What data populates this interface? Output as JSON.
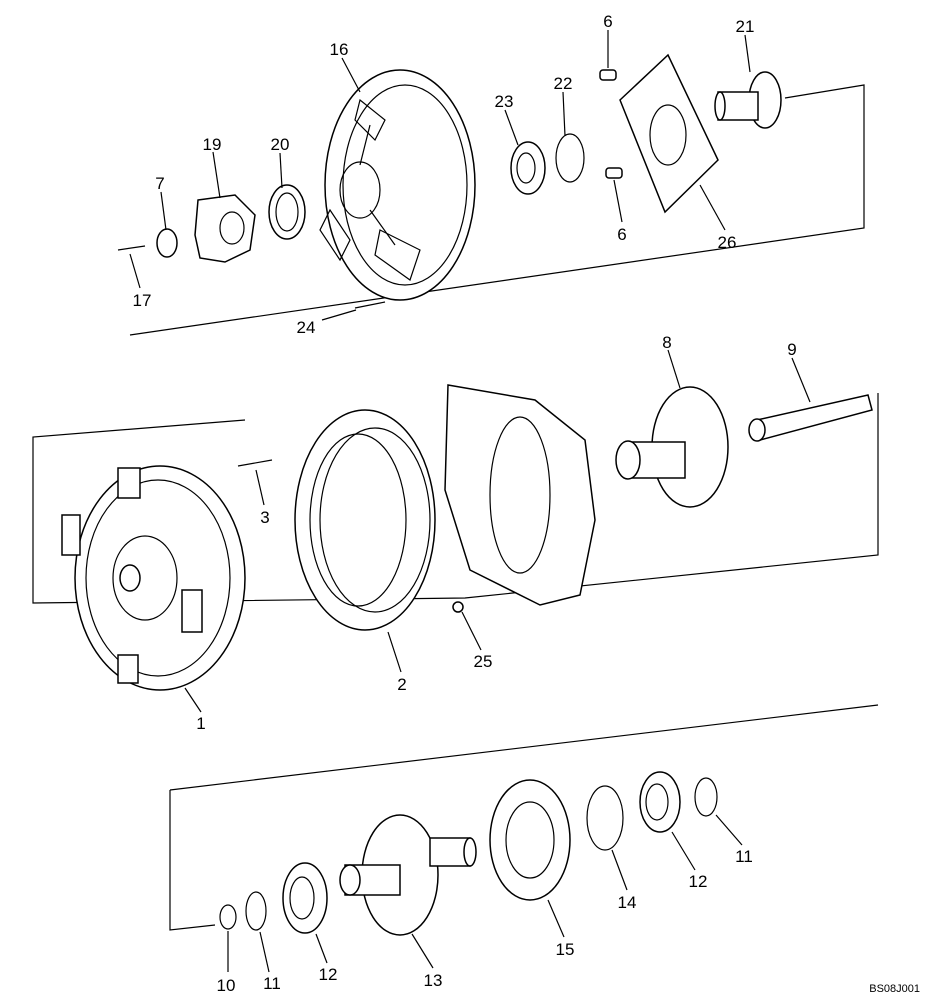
{
  "figure_code": "BS08J001",
  "callouts": [
    {
      "id": "c16",
      "text": "16"
    },
    {
      "id": "c19",
      "text": "19"
    },
    {
      "id": "c20",
      "text": "20"
    },
    {
      "id": "c7",
      "text": "7"
    },
    {
      "id": "c17",
      "text": "17"
    },
    {
      "id": "c24",
      "text": "24"
    },
    {
      "id": "c23",
      "text": "23"
    },
    {
      "id": "c22",
      "text": "22"
    },
    {
      "id": "c6a",
      "text": "6"
    },
    {
      "id": "c6b",
      "text": "6"
    },
    {
      "id": "c21",
      "text": "21"
    },
    {
      "id": "c26",
      "text": "26"
    },
    {
      "id": "c8",
      "text": "8"
    },
    {
      "id": "c9",
      "text": "9"
    },
    {
      "id": "c3",
      "text": "3"
    },
    {
      "id": "c1",
      "text": "1"
    },
    {
      "id": "c2",
      "text": "2"
    },
    {
      "id": "c25",
      "text": "25"
    },
    {
      "id": "c10",
      "text": "10"
    },
    {
      "id": "c11a",
      "text": "11"
    },
    {
      "id": "c12a",
      "text": "12"
    },
    {
      "id": "c13",
      "text": "13"
    },
    {
      "id": "c15",
      "text": "15"
    },
    {
      "id": "c14",
      "text": "14"
    },
    {
      "id": "c12b",
      "text": "12"
    },
    {
      "id": "c11b",
      "text": "11"
    }
  ]
}
